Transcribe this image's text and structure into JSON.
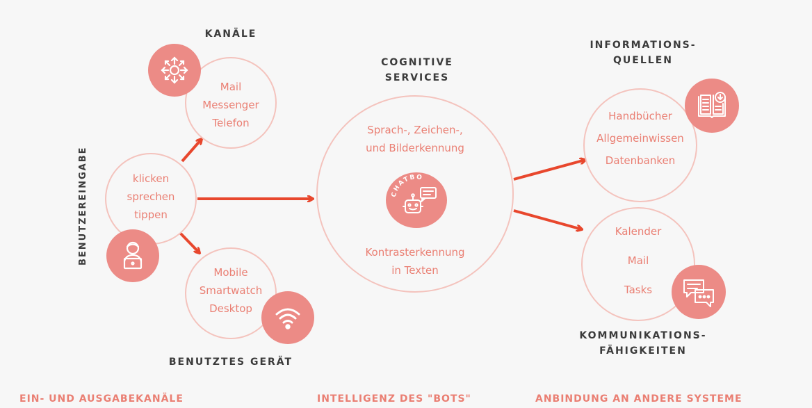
{
  "headers": {
    "kanaele": "KANÄLE",
    "cognitive_1": "COGNITIVE",
    "cognitive_2": "SERVICES",
    "info_1": "INFORMATIONS-",
    "info_2": "QUELLEN",
    "komm_1": "KOMMUNIKATIONS-",
    "komm_2": "FÄHIGKEITEN",
    "geraet": "BENUTZTES GERÄT",
    "benutzereingabe": "BENUTZEREINGABE"
  },
  "kanaele_items": [
    "Mail",
    "Messenger",
    "Telefon"
  ],
  "input_items": [
    "klicken",
    "sprechen",
    "tippen"
  ],
  "device_items": [
    "Mobile",
    "Smartwatch",
    "Desktop"
  ],
  "cognitive_items": {
    "line1": "Sprach-, Zeichen-,",
    "line2": "und Bilderkennung",
    "line3": "Kontrasterkennung",
    "line4": "in Texten",
    "chatbot": "CHATBOT"
  },
  "info_items": [
    "Handbücher",
    "Allgemeinwissen",
    "Datenbanken"
  ],
  "komm_items": [
    "Kalender",
    "Mail",
    "Tasks"
  ],
  "footer": {
    "left": "EIN- UND AUSGABEKANÄLE",
    "middle": "INTELLIGENZ DES \"BOTS\"",
    "right": "ANBINDUNG AN ANDERE SYSTEME"
  },
  "colors": {
    "accent": "#ec8b86",
    "ring": "#f4c3bd",
    "arrow": "#e8472d",
    "text": "#ea7f73",
    "heading": "#3b3b3b"
  },
  "icons": [
    "network-hub-icon",
    "user-laptop-icon",
    "wifi-icon",
    "chatbot-icon",
    "book-download-icon",
    "chat-bubbles-icon"
  ]
}
